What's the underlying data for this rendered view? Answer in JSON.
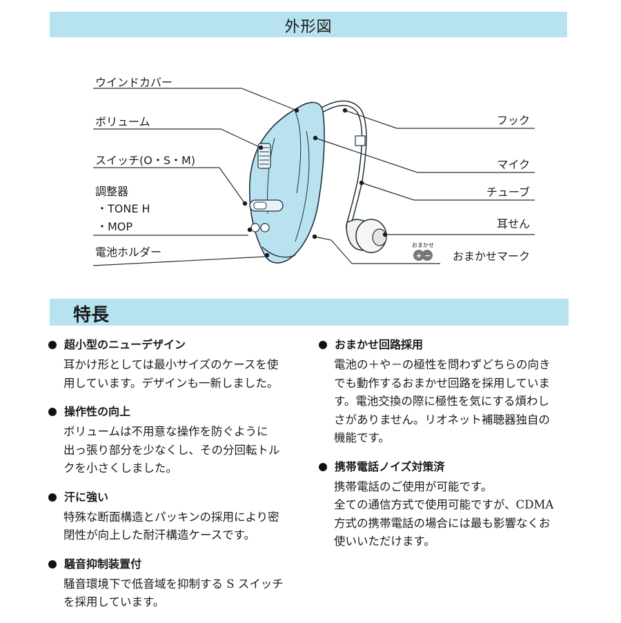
{
  "header": {
    "title": "外形図"
  },
  "diagram": {
    "labels": {
      "wind_cover": "ウインドカバー",
      "volume": "ボリューム",
      "switch": "スイッチ(O・S・M)",
      "adjuster": "調整器",
      "tone_h": "・TONE H",
      "mop": "・MOP",
      "battery_holder": "電池ホルダー",
      "hook": "フック",
      "mic": "マイク",
      "tube": "チューブ",
      "earpiece": "耳せん",
      "omakase_mark": "おまかせマーク",
      "omakase_icon_text": "おまかせ"
    },
    "colors": {
      "body": "#b9e2f1",
      "outline": "#1e2e38"
    }
  },
  "features_section": {
    "title": "特長"
  },
  "features_left": [
    {
      "title": "超小型のニューデザイン",
      "body": "耳かけ形としては最小サイズのケースを使\n用しています。デザインも一新しました。"
    },
    {
      "title": "操作性の向上",
      "body": "ボリュームは不用意な操作を防ぐように\n出っ張り部分を少なくし、その分回転トル\nクを小さくしました。"
    },
    {
      "title": "汗に強い",
      "body": "特殊な断面構造とパッキンの採用により密\n閉性が向上した耐汗構造ケースです。"
    },
    {
      "title": "騒音抑制装置付",
      "body": "騒音環境下で低音域を抑制する S スイッチ\nを採用しています。"
    }
  ],
  "features_right": [
    {
      "title": "おまかせ回路採用",
      "body": "電池の＋や－の極性を問わずどちらの向き\nでも動作するおまかせ回路を採用していま\nす。電池交換の際に極性を気にする煩わし\nさがありません。リオネット補聴器独自の\n機能です。"
    },
    {
      "title": "携帯電話ノイズ対策済",
      "body": "携帯電話のご使用が可能です。\n全ての通信方式で使用可能ですが、CDMA\n方式の携帯電話の場合には最も影響なくお\n使いいただけます。"
    }
  ]
}
